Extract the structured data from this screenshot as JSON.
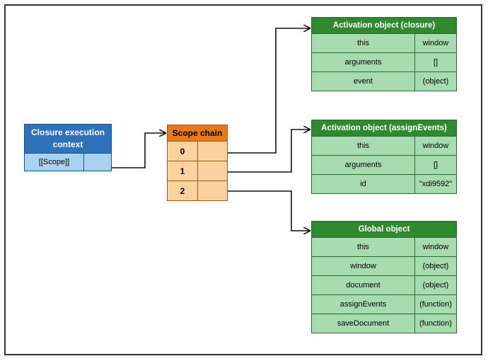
{
  "closure_context": {
    "title": "Closure execution context",
    "scope_label": "[[Scope]]"
  },
  "scope_chain": {
    "title": "Scope chain",
    "indices": [
      "0",
      "1",
      "2"
    ]
  },
  "activation_closure": {
    "title": "Activation object (closure)",
    "rows": [
      {
        "key": "this",
        "value": "window"
      },
      {
        "key": "arguments",
        "value": "[]"
      },
      {
        "key": "event",
        "value": "(object)"
      }
    ]
  },
  "activation_assign": {
    "title": "Activation object (assignEvents)",
    "rows": [
      {
        "key": "this",
        "value": "window"
      },
      {
        "key": "arguments",
        "value": "[]"
      },
      {
        "key": "id",
        "value": "\"xdi9592\""
      }
    ]
  },
  "global_object": {
    "title": "Global object",
    "rows": [
      {
        "key": "this",
        "value": "window"
      },
      {
        "key": "window",
        "value": "(object)"
      },
      {
        "key": "document",
        "value": "(object)"
      },
      {
        "key": "assignEvents",
        "value": "(function)"
      },
      {
        "key": "saveDocument",
        "value": "(function)"
      }
    ]
  },
  "colors": {
    "context_blue": "#2f72b9",
    "scope_orange": "#e8781c",
    "object_green": "#2f8a2f"
  }
}
